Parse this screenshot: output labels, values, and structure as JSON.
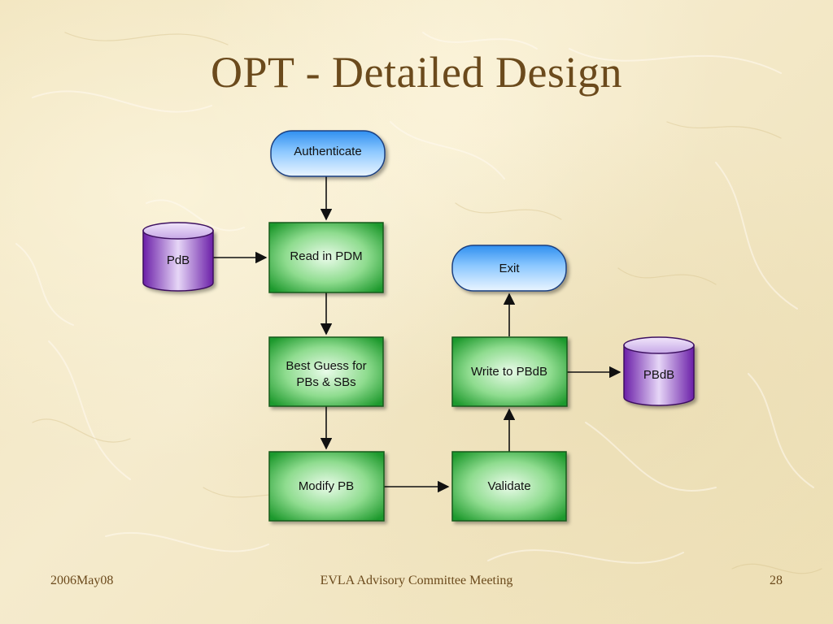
{
  "slide": {
    "title": "OPT - Detailed Design",
    "footer": {
      "date": "2006May08",
      "center": "EVLA Advisory Committee Meeting",
      "page": "28"
    }
  },
  "colors": {
    "title": "#6b4a1c",
    "terminal_fill": "#4aa6f2",
    "process_fill": "#2fa83a",
    "datastore_fill": "#8a3fc4",
    "arrow": "#111111"
  },
  "diagram": {
    "nodes": {
      "authenticate": "Authenticate",
      "read_pdm": "Read in PDM",
      "pdb": "PdB",
      "best_guess_line1": "Best Guess for",
      "best_guess_line2": "PBs & SBs",
      "modify_pb": "Modify PB",
      "validate": "Validate",
      "write_pbdb": "Write to PBdB",
      "pbdb": "PBdB",
      "exit": "Exit"
    },
    "edges": [
      [
        "Authenticate",
        "Read in PDM"
      ],
      [
        "PdB",
        "Read in PDM"
      ],
      [
        "Read in PDM",
        "Best Guess for PBs & SBs"
      ],
      [
        "Best Guess for PBs & SBs",
        "Modify PB"
      ],
      [
        "Modify PB",
        "Validate"
      ],
      [
        "Validate",
        "Write to PBdB"
      ],
      [
        "Write to PBdB",
        "PBdB"
      ],
      [
        "Write to PBdB",
        "Exit"
      ]
    ]
  }
}
